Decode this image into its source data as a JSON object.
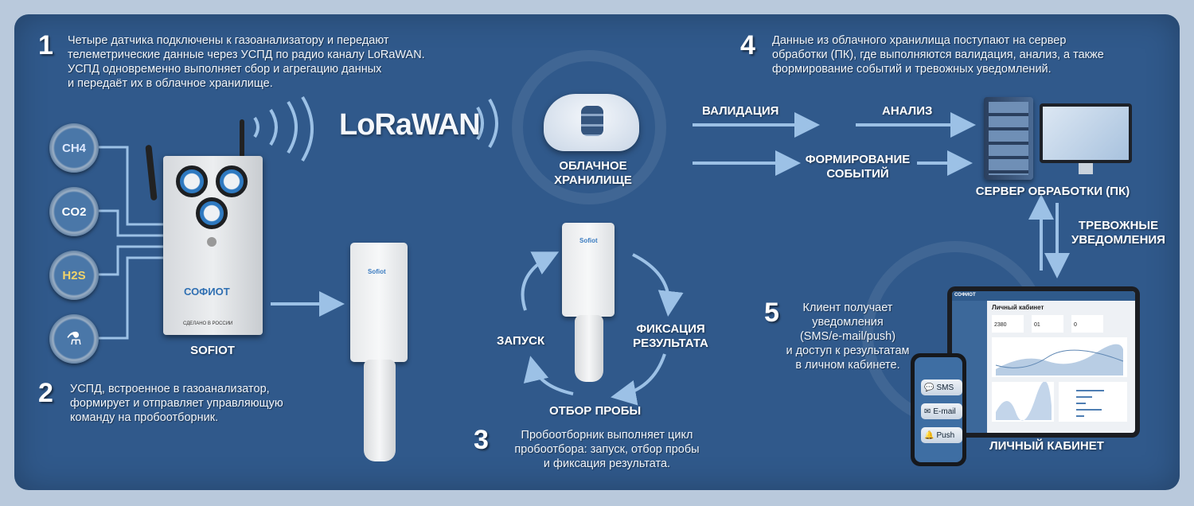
{
  "steps": [
    {
      "number": "1",
      "lines": [
        "Четыре датчика подключены к газоанализатору и передают",
        "телеметрические данные через УСПД по радио каналу LoRaWAN.",
        "УСПД одновременно выполняет сбор и агрегацию данных",
        "и передаёт их в облачное хранилище."
      ]
    },
    {
      "number": "2",
      "lines": [
        "УСПД, встроенное в газоанализатор,",
        "формирует и отправляет управляющую",
        "команду на пробоотборник."
      ]
    },
    {
      "number": "3",
      "lines": [
        "Пробоотборник выполняет цикл",
        "пробоотбора: запуск, отбор пробы",
        "и фиксация результата."
      ]
    },
    {
      "number": "4",
      "lines": [
        "Данные из облачного хранилища поступают на сервер",
        "обработки (ПК), где выполняются валидация, анализ, а также",
        "формирование событий и тревожных уведомлений."
      ]
    },
    {
      "number": "5",
      "lines": [
        "Клиент получает",
        "уведомления",
        "(SMS/e-mail/push)",
        "и доступ к результатам",
        "в личном кабинете."
      ]
    }
  ],
  "sensors": [
    {
      "label": "CH4",
      "icon": "flame-icon"
    },
    {
      "label": "CO2",
      "icon": "cloud-warning-icon"
    },
    {
      "label": "H2S",
      "icon": "hazard-icon"
    },
    {
      "label": "",
      "icon": "flask-icon"
    }
  ],
  "analyzer": {
    "label": "SOFIOT",
    "brand": "СОФИОТ",
    "caption": "СДЕЛАНО В РОССИИ"
  },
  "sampler": {
    "brand": "Sofiot"
  },
  "lorawan": "LoRaWAN",
  "cloud": {
    "label": [
      "ОБЛАЧНОЕ",
      "ХРАНИЛИЩЕ"
    ]
  },
  "flow": {
    "validation": "ВАЛИДАЦИЯ",
    "analysis": "АНАЛИЗ",
    "events": [
      "ФОРМИРОВАНИЕ",
      "СОБЫТИЙ"
    ]
  },
  "server": {
    "label": "СЕРВЕР ОБРАБОТКИ (ПК)"
  },
  "alerts": [
    "ТРЕВОЖНЫЕ",
    "УВЕДОМЛЕНИЯ"
  ],
  "cycle": {
    "start": "ЗАПУСК",
    "fix": [
      "ФИКСАЦИЯ",
      "РЕЗУЛЬТАТА"
    ],
    "sample": "ОТБОР ПРОБЫ"
  },
  "dashboard": {
    "label": "ЛИЧНЫЙ КАБИНЕТ",
    "brand": "СОФИОТ",
    "title": "Личный кабинет",
    "stats": [
      "2380",
      "01",
      "0"
    ]
  },
  "phone": {
    "buttons": [
      "SMS",
      "E-mail",
      "Push"
    ]
  },
  "colors": {
    "panel": "#30598b",
    "accent": "#8fb8e0",
    "brand": "#3a7bc0"
  }
}
